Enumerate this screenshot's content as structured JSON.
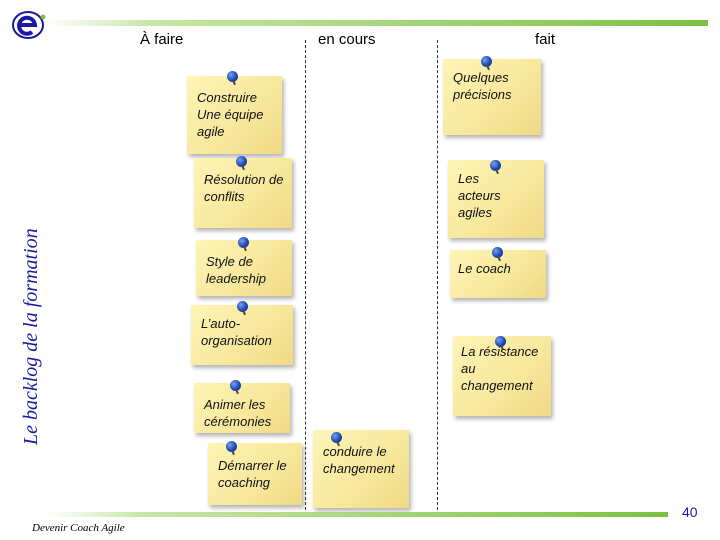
{
  "columns": {
    "todo": "À faire",
    "doing": "en cours",
    "done": "fait"
  },
  "side_title": "Le backlog de la formation",
  "notes": {
    "n1": "Construire Une équipe agile",
    "n2": "Résolution de conflits",
    "n3": "Style de leadership",
    "n4": "L’auto-organisation",
    "n5": "Animer les cérémonies",
    "n6": "Démarrer le coaching",
    "n7": "conduire le changement",
    "n8": "Quelques précisions",
    "n9": "Les acteurs agiles",
    "n10": "Le coach",
    "n11": "La résistance au changement"
  },
  "footer": "Devenir Coach Agile",
  "page_number": "40",
  "colors": {
    "accent_green": "#7cc142",
    "title_blue": "#1a1aa0",
    "note_yellow": "#f7e79a",
    "pin_blue": "#1a48b8"
  },
  "icons": {
    "logo": "e-logo-icon",
    "pin": "push-pin-icon"
  }
}
